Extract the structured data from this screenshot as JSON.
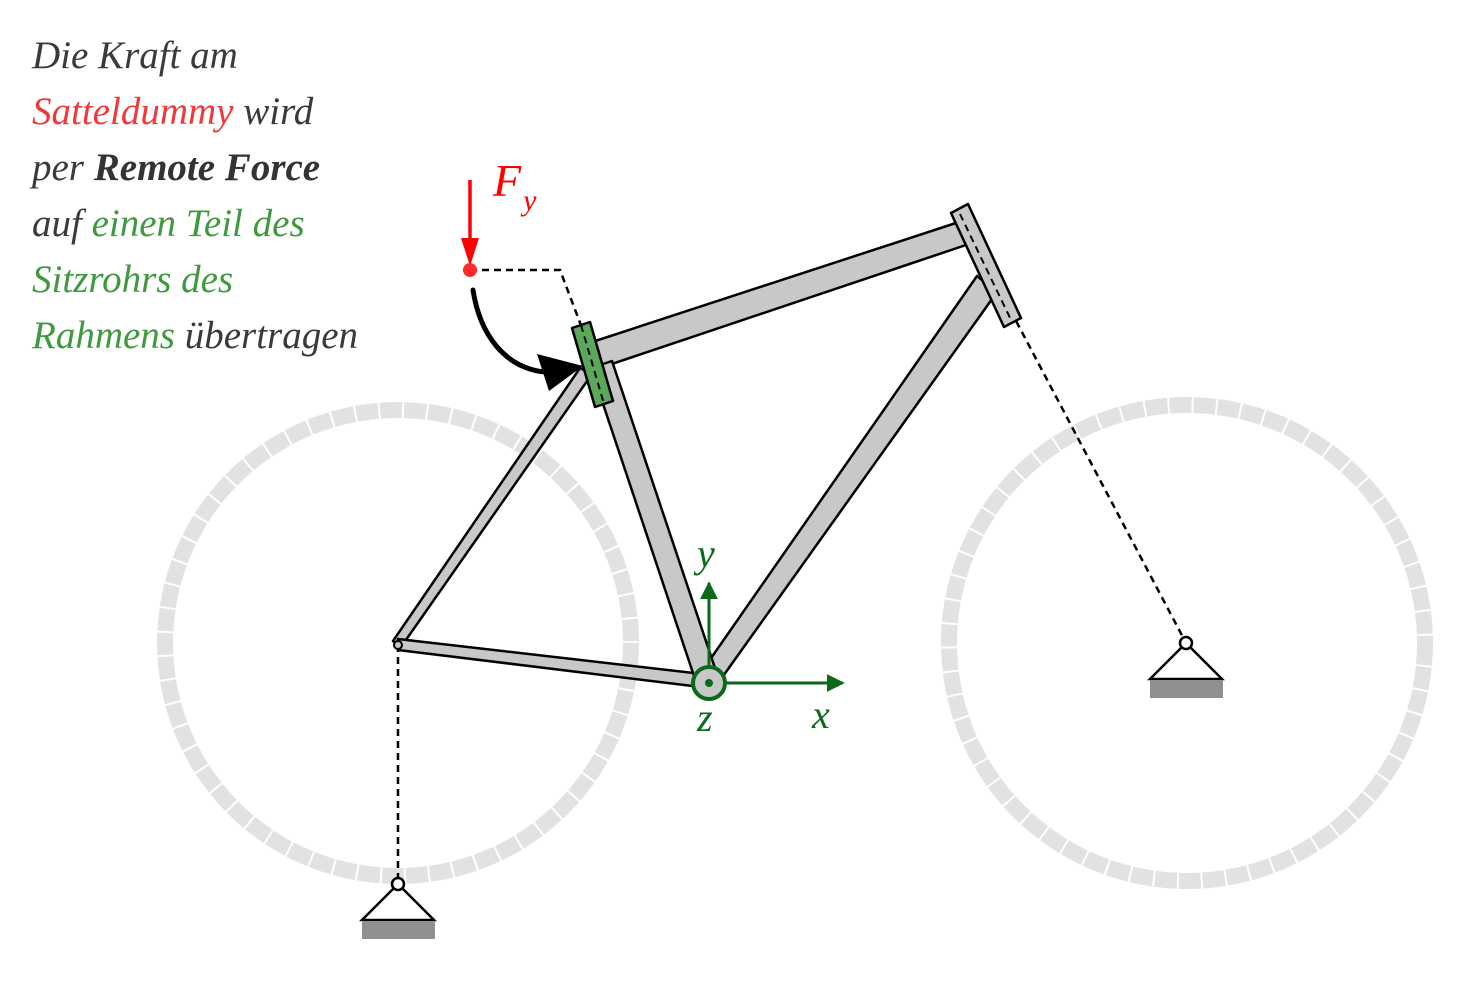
{
  "caption": {
    "line1": "Die Kraft am",
    "line2_red": "Satteldummy",
    "line2_rest": " wird",
    "line3_start": "per ",
    "line3_bold": "Remote Force",
    "line4_start": "auf ",
    "line4_green": "einen Teil des",
    "line5_green": "Sitzrohrs des",
    "line6_green": "Rahmens",
    "line6_rest": " übertragen"
  },
  "force": {
    "symbol": "F",
    "subscript": "y",
    "color": "#ff0000"
  },
  "axes": {
    "x_label": "x",
    "y_label": "y",
    "z_label": "z",
    "color": "#0a6a1a"
  },
  "colors": {
    "frame_fill": "#c8c8c8",
    "frame_stroke": "#000000",
    "wheel": "#e2e2e2",
    "highlight": "#5aa85a",
    "support_base": "#8f8f8f",
    "caption_text": "#3a3a3a",
    "caption_red": "#ee3a3a",
    "caption_green": "#3f9a3f"
  }
}
